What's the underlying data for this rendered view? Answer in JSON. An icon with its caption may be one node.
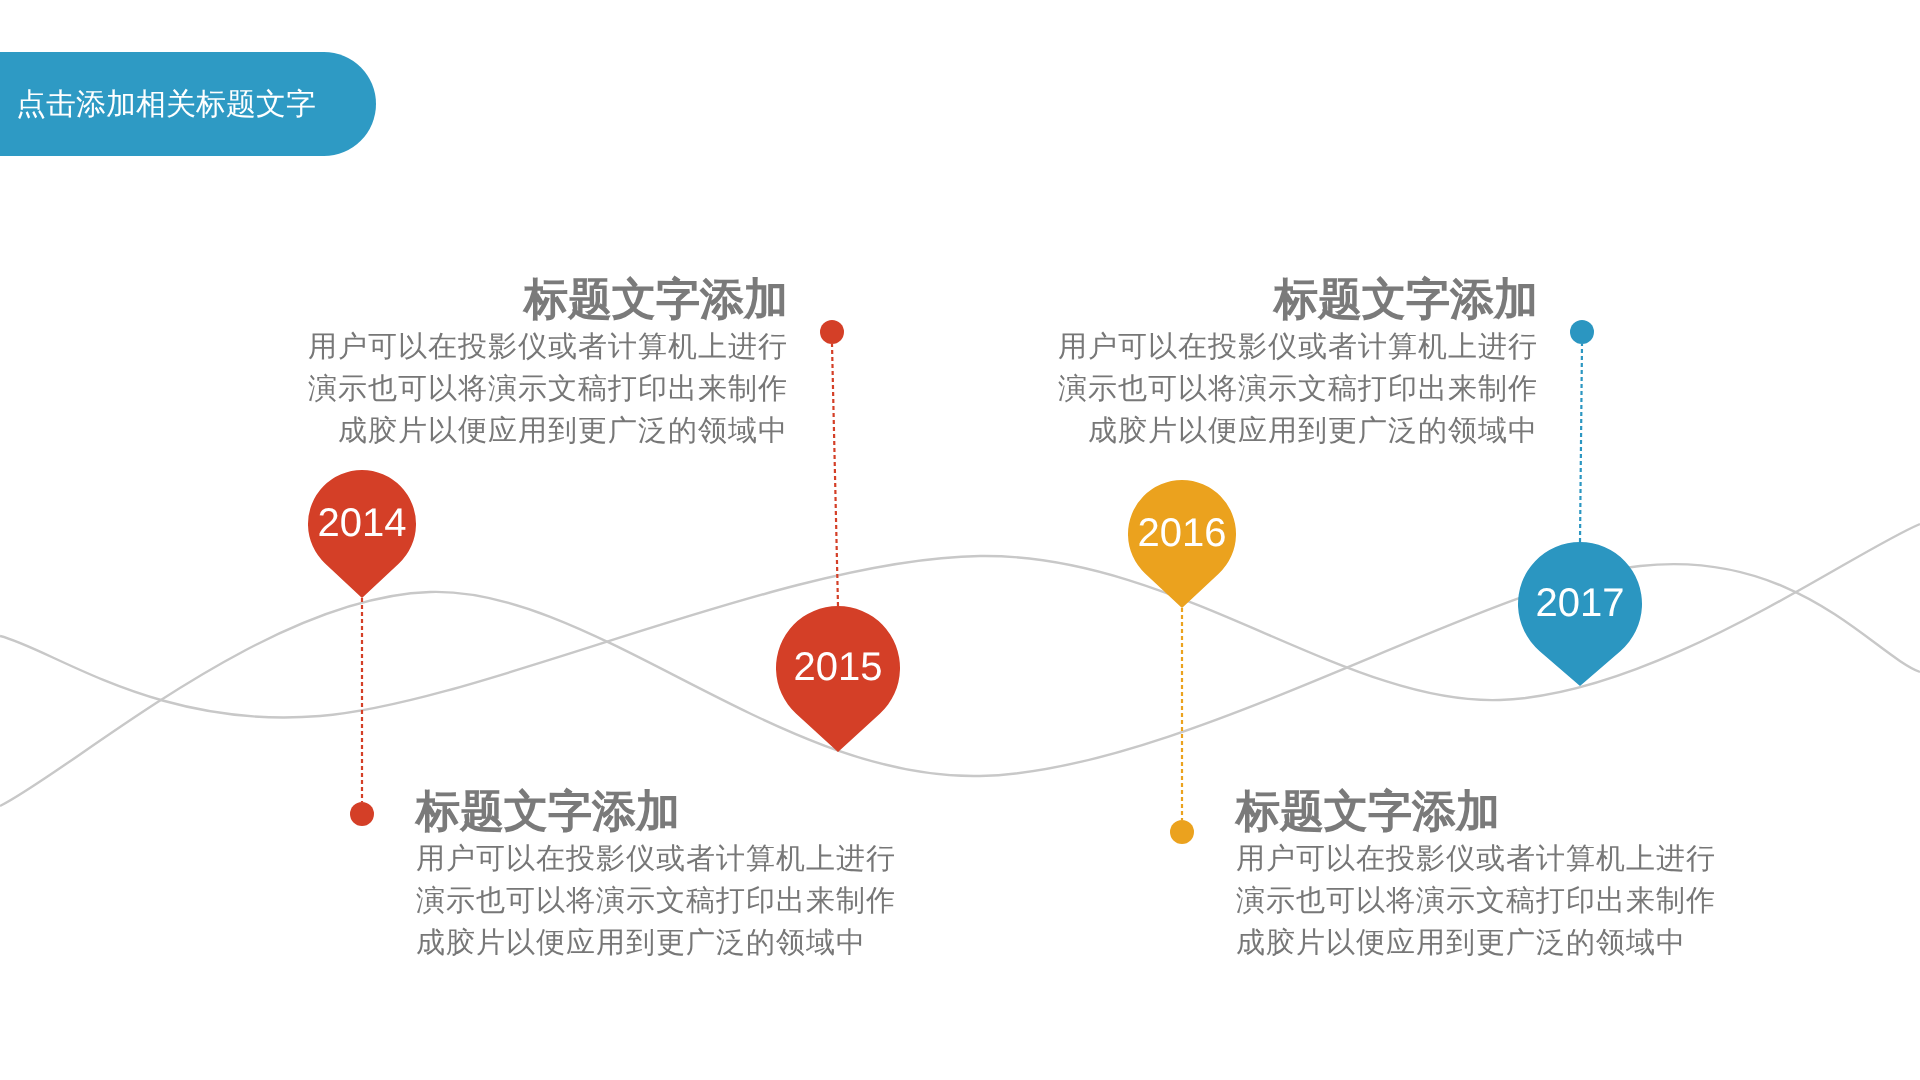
{
  "diagram": {
    "title": "点击添加相关标题文字",
    "nodes": [
      {
        "text": [
          "2014"
        ]
      },
      {
        "text": [
          "2015"
        ]
      },
      {
        "text": [
          "2016"
        ]
      },
      {
        "text": [
          "2017"
        ]
      },
      {
        "text": [],
        "shape": "circle",
        "beside": [
          "标题文字添加",
          "用户可以在投影仪或者计算机上进行演示也可以将演示文稿打印出来制作成胶片以便应用到更广泛的领域中"
        ]
      },
      {
        "text": [],
        "shape": "circle",
        "beside": [
          "标题文字添加",
          "用户可以在投影仪或者计算机上进行演示也可以将演示文稿打印出来制作成胶片以便应用到更广泛的领域中"
        ]
      },
      {
        "text": [],
        "shape": "circle",
        "beside": [
          "标题文字添加",
          "用户可以在投影仪或者计算机上进行演示也可以将演示文稿打印出来制作成胶片以便应用到更广泛的领域中"
        ]
      },
      {
        "text": [],
        "shape": "circle",
        "beside": [
          "标题文字添加",
          "用户可以在投影仪或者计算机上进行演示也可以将演示文稿打印出来制作成胶片以便应用到更广泛的领域中"
        ]
      }
    ],
    "edges": [
      {
        "from": 0,
        "to": 4,
        "arrow": "none",
        "style": "dashed",
        "color": "#d43f27"
      },
      {
        "from": 1,
        "to": 5,
        "arrow": "none",
        "style": "dashed",
        "color": "#d43f27"
      },
      {
        "from": 2,
        "to": 6,
        "arrow": "none",
        "style": "dashed",
        "color": "#eba21e"
      },
      {
        "from": 3,
        "to": 7,
        "arrow": "none",
        "style": "dashed",
        "color": "#2b96c1"
      }
    ]
  }
}
